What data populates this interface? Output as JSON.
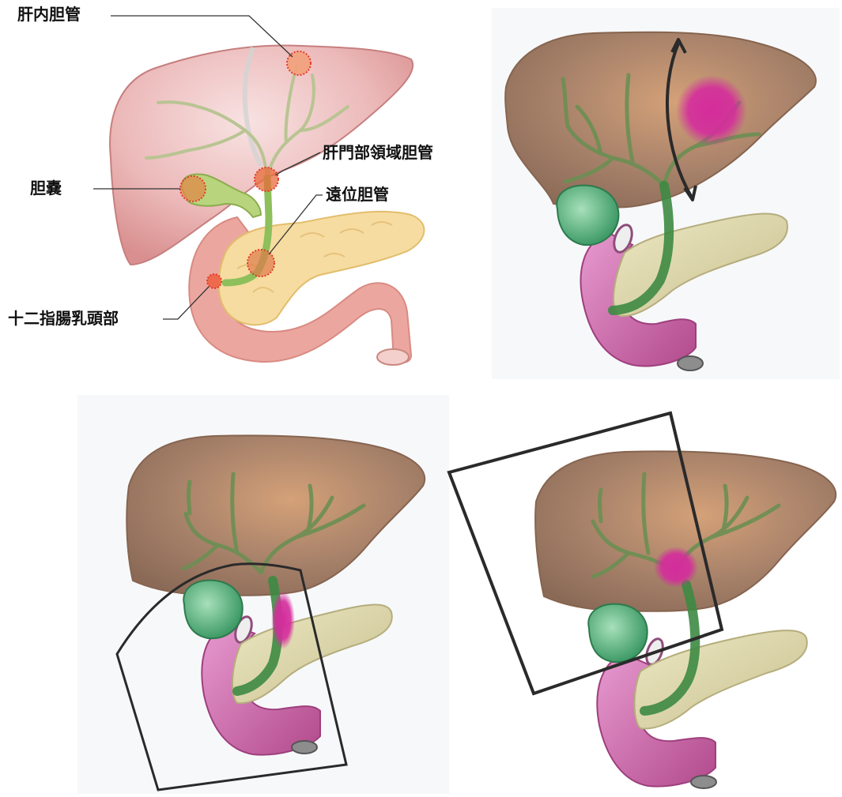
{
  "labels": {
    "intrahepatic": "肝内胆管",
    "hilar": "肝門部領域胆管",
    "gallbladder": "胆嚢",
    "distal": "遠位胆管",
    "papilla": "十二指腸乳頭部"
  },
  "colors": {
    "liver_pink": "#ecb9b9",
    "liver_brown": "#a8826a",
    "bile_duct_green": "#7fa869",
    "gallbladder_green": "#5fb27f",
    "pancreas_yellow": "#f6dca0",
    "pancreas_khaki": "#d9d3a6",
    "duodenum_pink": "#e8a9a0",
    "duodenum_magenta": "#c9609f",
    "tumor_magenta": "#d42c9c",
    "marker_red": "#e23b2a",
    "resection_line": "#2a2a2a"
  }
}
